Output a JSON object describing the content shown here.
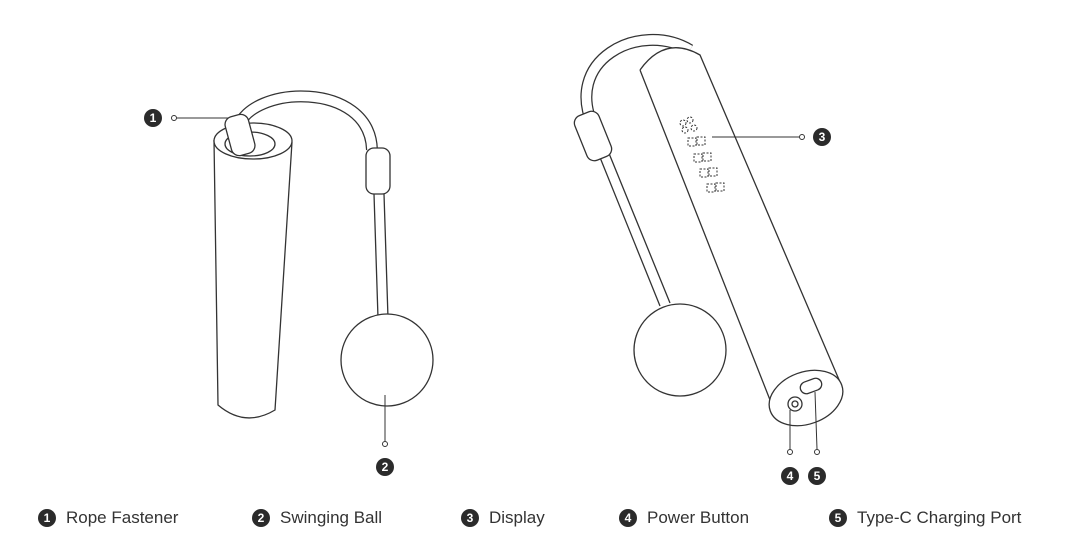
{
  "callouts": [
    "1",
    "2",
    "3",
    "4",
    "5"
  ],
  "legend": [
    {
      "num": "1",
      "label": "Rope Fastener"
    },
    {
      "num": "2",
      "label": "Swinging Ball"
    },
    {
      "num": "3",
      "label": "Display"
    },
    {
      "num": "4",
      "label": "Power Button"
    },
    {
      "num": "5",
      "label": "Type-C Charging Port"
    }
  ]
}
